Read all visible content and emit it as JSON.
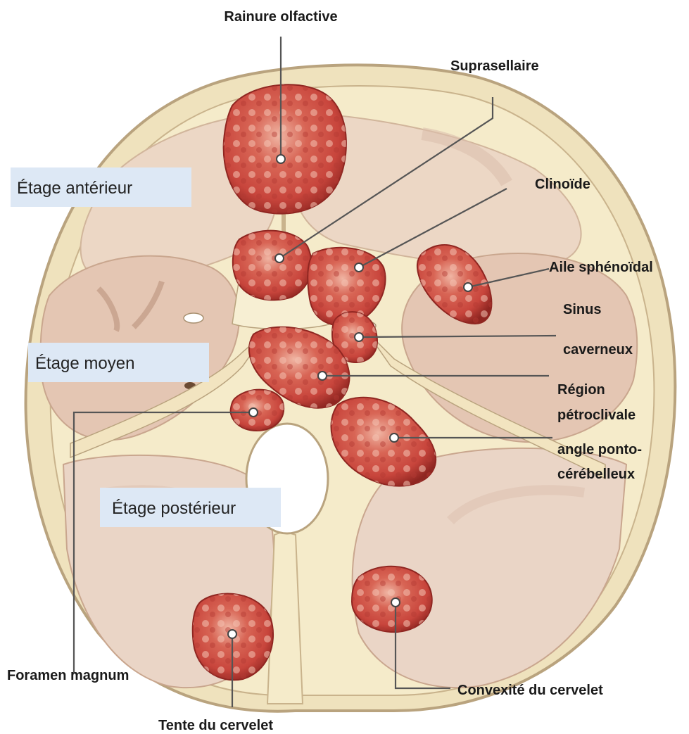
{
  "regions": {
    "anterior": "Étage antérieur",
    "middle": "Étage moyen",
    "posterior": "Étage postérieur"
  },
  "labels": {
    "olfactory": "Rainure olfactive",
    "suprasellar": "Suprasellaire",
    "clinoid": "Clinoïde",
    "sphenoid_1": "Aile sphénoïdal",
    "cavernous_1": "Sinus",
    "cavernous_2": "caverneux",
    "petroclival_1": "Région",
    "petroclival_2": "pétroclivale",
    "cpa_1": "angle ponto-",
    "cpa_2": "cérébelleux",
    "foramen": "Foramen magnum",
    "tentorium": "Tente du cervelet",
    "convexity": "Convexité du cervelet"
  },
  "colors": {
    "bone": "#f5ebca",
    "bone_edge": "#b9a37e",
    "fossa": "#e9d2c2",
    "fossa_deep": "#dcbfae",
    "tumor": "#c8453c",
    "tumor_dark": "#8f2621",
    "tumor_light": "#f0b5a3",
    "region_box": "#dde8f5"
  }
}
